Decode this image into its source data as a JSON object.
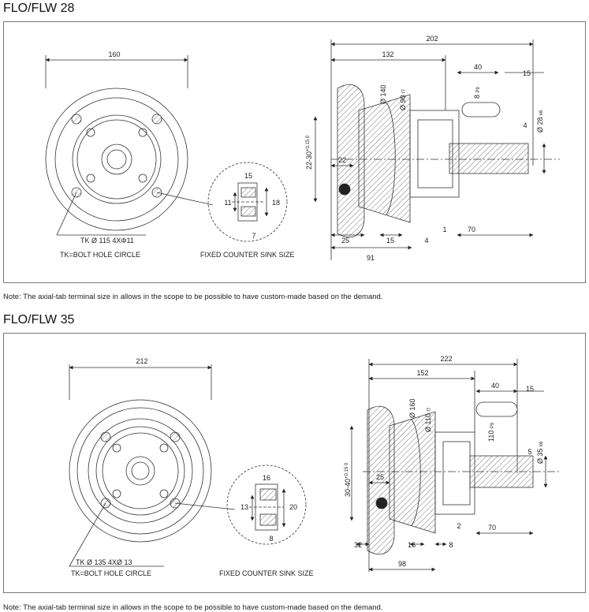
{
  "sections": [
    {
      "title": "FLO/FLW 28",
      "note": "Note: The axial-tab terminal size in allows in the scope to be possible to have custom-made based on the demand.",
      "front": {
        "diameter": "160",
        "bolt": "TK Ø 115  4XΦ11",
        "legend": "TK=BOLT HOLE CIRCLE"
      },
      "sink": {
        "label": "FIXED COUNTER SINK SIZE",
        "top": "15",
        "left": "11",
        "right": "18",
        "bottom": "7"
      },
      "side": {
        "overall": "202",
        "body": "132",
        "key_len": "40",
        "key_off": "15",
        "key_w": "8",
        "key_w_tol": "P9",
        "dia_hub": "Ø 140",
        "dia_pilot": "Ø 90",
        "dia_pilot_tol": "f7",
        "depth": "4",
        "shaft": "Ø 28",
        "shaft_tol": "k6",
        "vert": "22-30",
        "vert_tol": "+0.15 0",
        "bore": "22",
        "b1": "25",
        "b2": "15",
        "b3": "4",
        "b4": "1",
        "b5": "70",
        "b6": "91"
      }
    },
    {
      "title": "FLO/FLW 35",
      "note": "Note: The axial-tab terminal size in allows in the scope to be possible to have custom-made based on the demand.",
      "front": {
        "diameter": "212",
        "bolt": "TK Ø 135  4XØ 13",
        "legend": "TK=BOLT HOLE CIRCLE"
      },
      "sink": {
        "label": "FIXED COUNTER SINK SIZE",
        "top": "16",
        "left": "13",
        "right": "20",
        "bottom": "8"
      },
      "side": {
        "overall": "222",
        "body": "152",
        "key_len": "40",
        "key_off": "15",
        "key_w": "110",
        "key_w_tol": "P9",
        "dia_hub": "Ø 160",
        "dia_pilot": "Ø 110",
        "dia_pilot_tol": "f7",
        "depth": "5",
        "shaft": "Ø 35",
        "shaft_tol": "k6",
        "vert": "30-40",
        "vert_tol": "+0.15 0",
        "bore": "25",
        "b1": "32",
        "b2": "16",
        "b3": "8",
        "b4": "2",
        "b5": "70",
        "b6": "98"
      }
    }
  ],
  "colors": {
    "line": "#333333",
    "hatch": "#555555",
    "frame": "#777777"
  }
}
